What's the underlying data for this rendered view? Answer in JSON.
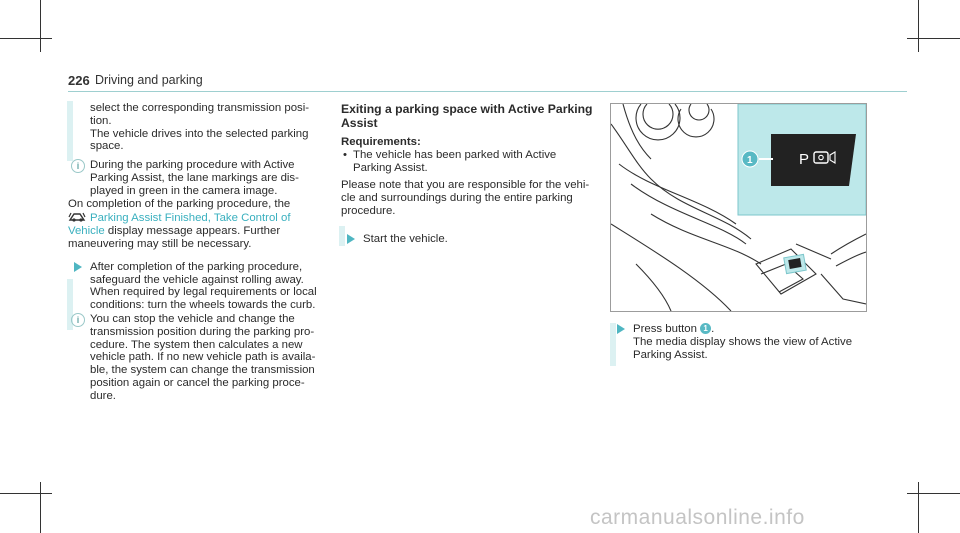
{
  "header": {
    "page_number": "226",
    "section_title": "Driving and parking"
  },
  "left_column": {
    "cont_line1": "select the corresponding transmission posi-",
    "cont_line2": "tion.",
    "cont_line3": "The vehicle drives into the selected parking",
    "cont_line4": "space.",
    "info1_line1": "During the parking procedure with Active",
    "info1_line2": "Parking Assist, the lane markings are dis-",
    "info1_line3": "played in green in the camera image.",
    "completion_line1": "On completion of the parking procedure, the",
    "display_msg_line1": "Parking Assist Finished, Take Control of",
    "display_msg_line2": "Vehicle",
    "completion_line2_rest": " display message appears. Further",
    "completion_line3": "maneuvering may still be necessary.",
    "step1_line1": "After completion of the parking procedure,",
    "step1_line2": "safeguard the vehicle against rolling away.",
    "step1_line3": "When required by legal requirements or local",
    "step1_line4": "conditions: turn the wheels towards the curb.",
    "info2_line1": "You can stop the vehicle and change the",
    "info2_line2": "transmission position during the parking pro-",
    "info2_line3": "cedure. The system then calculates a new",
    "info2_line4": "vehicle path. If no new vehicle path is availa-",
    "info2_line5": "ble, the system can change the transmission",
    "info2_line6": "position again or cancel the parking proce-",
    "info2_line7": "dure."
  },
  "middle_column": {
    "heading_line1": "Exiting a parking space with Active Parking",
    "heading_line2": "Assist",
    "requirements_label": "Requirements:",
    "req1_line1": "The vehicle has been parked with Active",
    "req1_line2": "Parking Assist.",
    "note_line1": "Please note that you are responsible for the vehi-",
    "note_line2": "cle and surroundings during the entire parking",
    "note_line3": "procedure.",
    "step_start": "Start the vehicle."
  },
  "right_column": {
    "step_press_prefix": "Press button ",
    "step_press_badge": "1",
    "step_press_suffix": ".",
    "result_line1": "The media display shows the view of Active",
    "result_line2": "Parking Assist."
  },
  "figure": {
    "callout_number": "1",
    "button_symbol": "P"
  },
  "watermark": "carmanualsonline.info",
  "colors": {
    "accent": "#3ab0bf",
    "highlight_bg": "#bde8ea",
    "bar": "#dcf1f2"
  }
}
